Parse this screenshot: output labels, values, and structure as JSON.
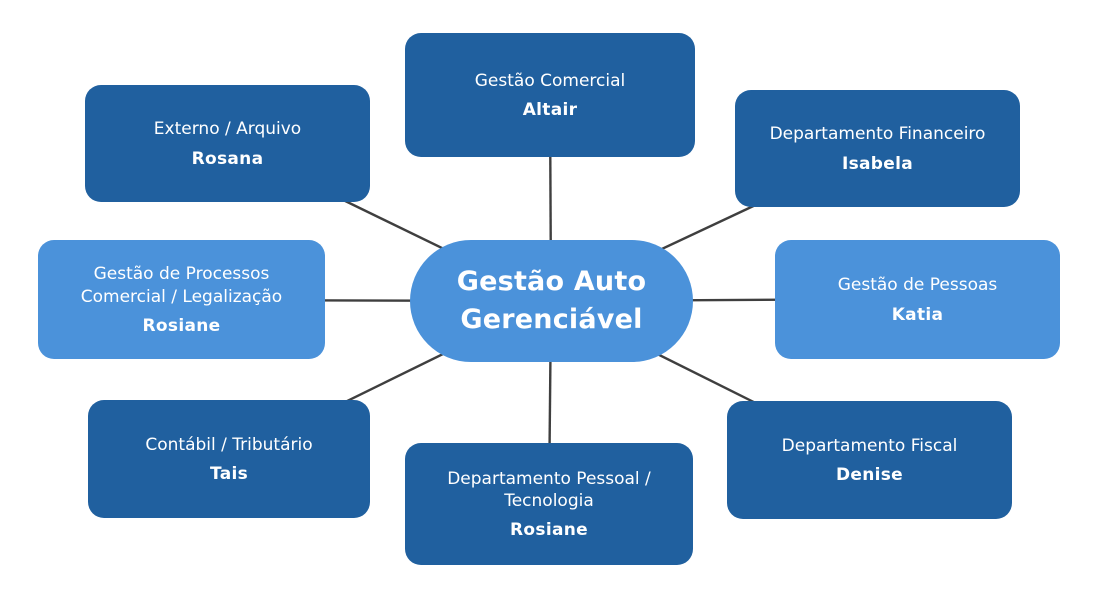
{
  "diagram": {
    "type": "hub-and-spoke-org-chart",
    "colors": {
      "background": "#ffffff",
      "dark_blue": "#20609f",
      "light_blue": "#4b92da",
      "connector_line": "#3f3f3f",
      "text": "#ffffff"
    },
    "center": {
      "label": "Gestão Auto Gerenciável",
      "variant": "light"
    },
    "nodes": [
      {
        "title": "Gestão Comercial",
        "name": "Altair",
        "variant": "dark",
        "position": "top"
      },
      {
        "title": "Departamento Financeiro",
        "name": "Isabela",
        "variant": "dark",
        "position": "top-right"
      },
      {
        "title": "Gestão de Pessoas",
        "name": "Katia",
        "variant": "light",
        "position": "right"
      },
      {
        "title": "Departamento Fiscal",
        "name": "Denise",
        "variant": "dark",
        "position": "bottom-right"
      },
      {
        "title": "Departamento Pessoal / Tecnologia",
        "name": "Rosiane",
        "variant": "dark",
        "position": "bottom"
      },
      {
        "title": "Contábil / Tributário",
        "name": "Tais",
        "variant": "dark",
        "position": "bottom-left"
      },
      {
        "title": "Gestão de Processos Comercial / Legalização",
        "name": "Rosiane",
        "variant": "light",
        "position": "left"
      },
      {
        "title": "Externo / Arquivo",
        "name": "Rosana",
        "variant": "dark",
        "position": "top-left"
      }
    ]
  }
}
